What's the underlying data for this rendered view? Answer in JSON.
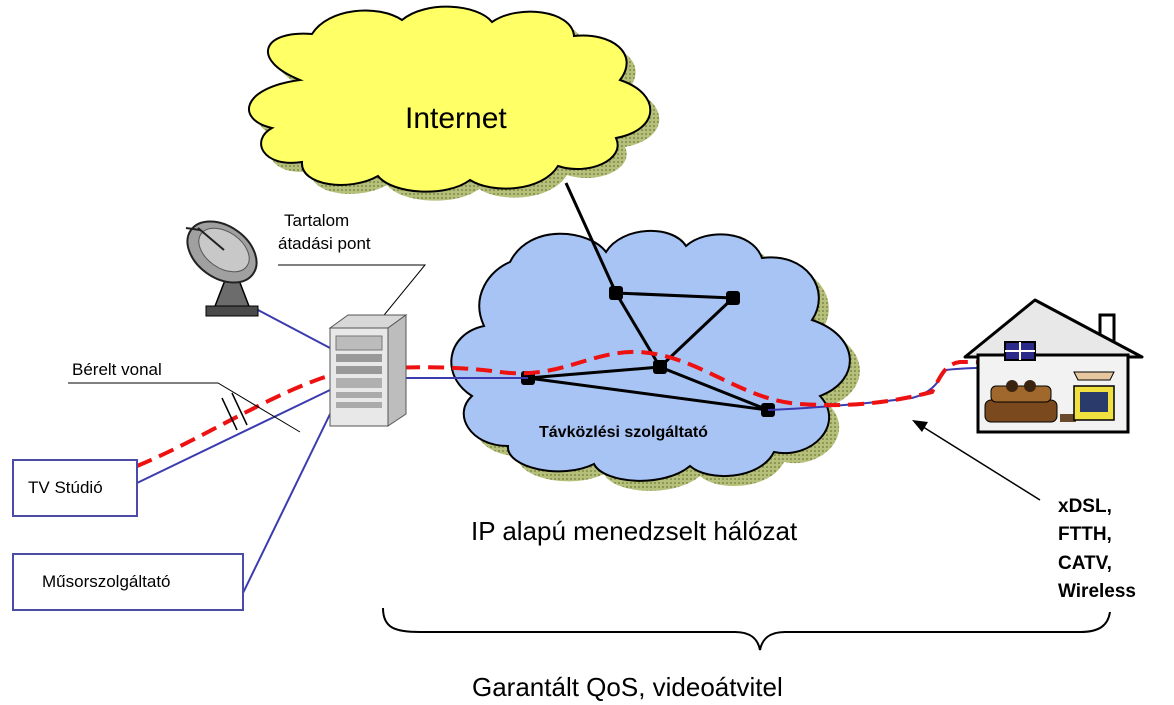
{
  "labels": {
    "internet": "Internet",
    "content_point_line1": "Tartalom",
    "content_point_line2": "átadási pont",
    "leased_line": "Bérelt vonal",
    "tv_studio": "TV Stúdió",
    "broadcaster": "Műsorszolgáltató",
    "telecom_provider": "Távközlési szolgáltató",
    "ip_network": "IP alapú menedzselt hálózat",
    "access_line1": "xDSL,",
    "access_line2": "FTTH,",
    "access_line3": "CATV,",
    "access_line4": "Wireless",
    "qos_caption": "Garantált QoS, videoátvitel"
  },
  "colors": {
    "internet_cloud": "#ffff66",
    "provider_cloud": "#a8c4f4",
    "cloud_shadow": "#9aa86a",
    "link_blue": "#3b3bb0",
    "video_path_red": "#ee1111",
    "box_border": "#4b4ba8"
  }
}
